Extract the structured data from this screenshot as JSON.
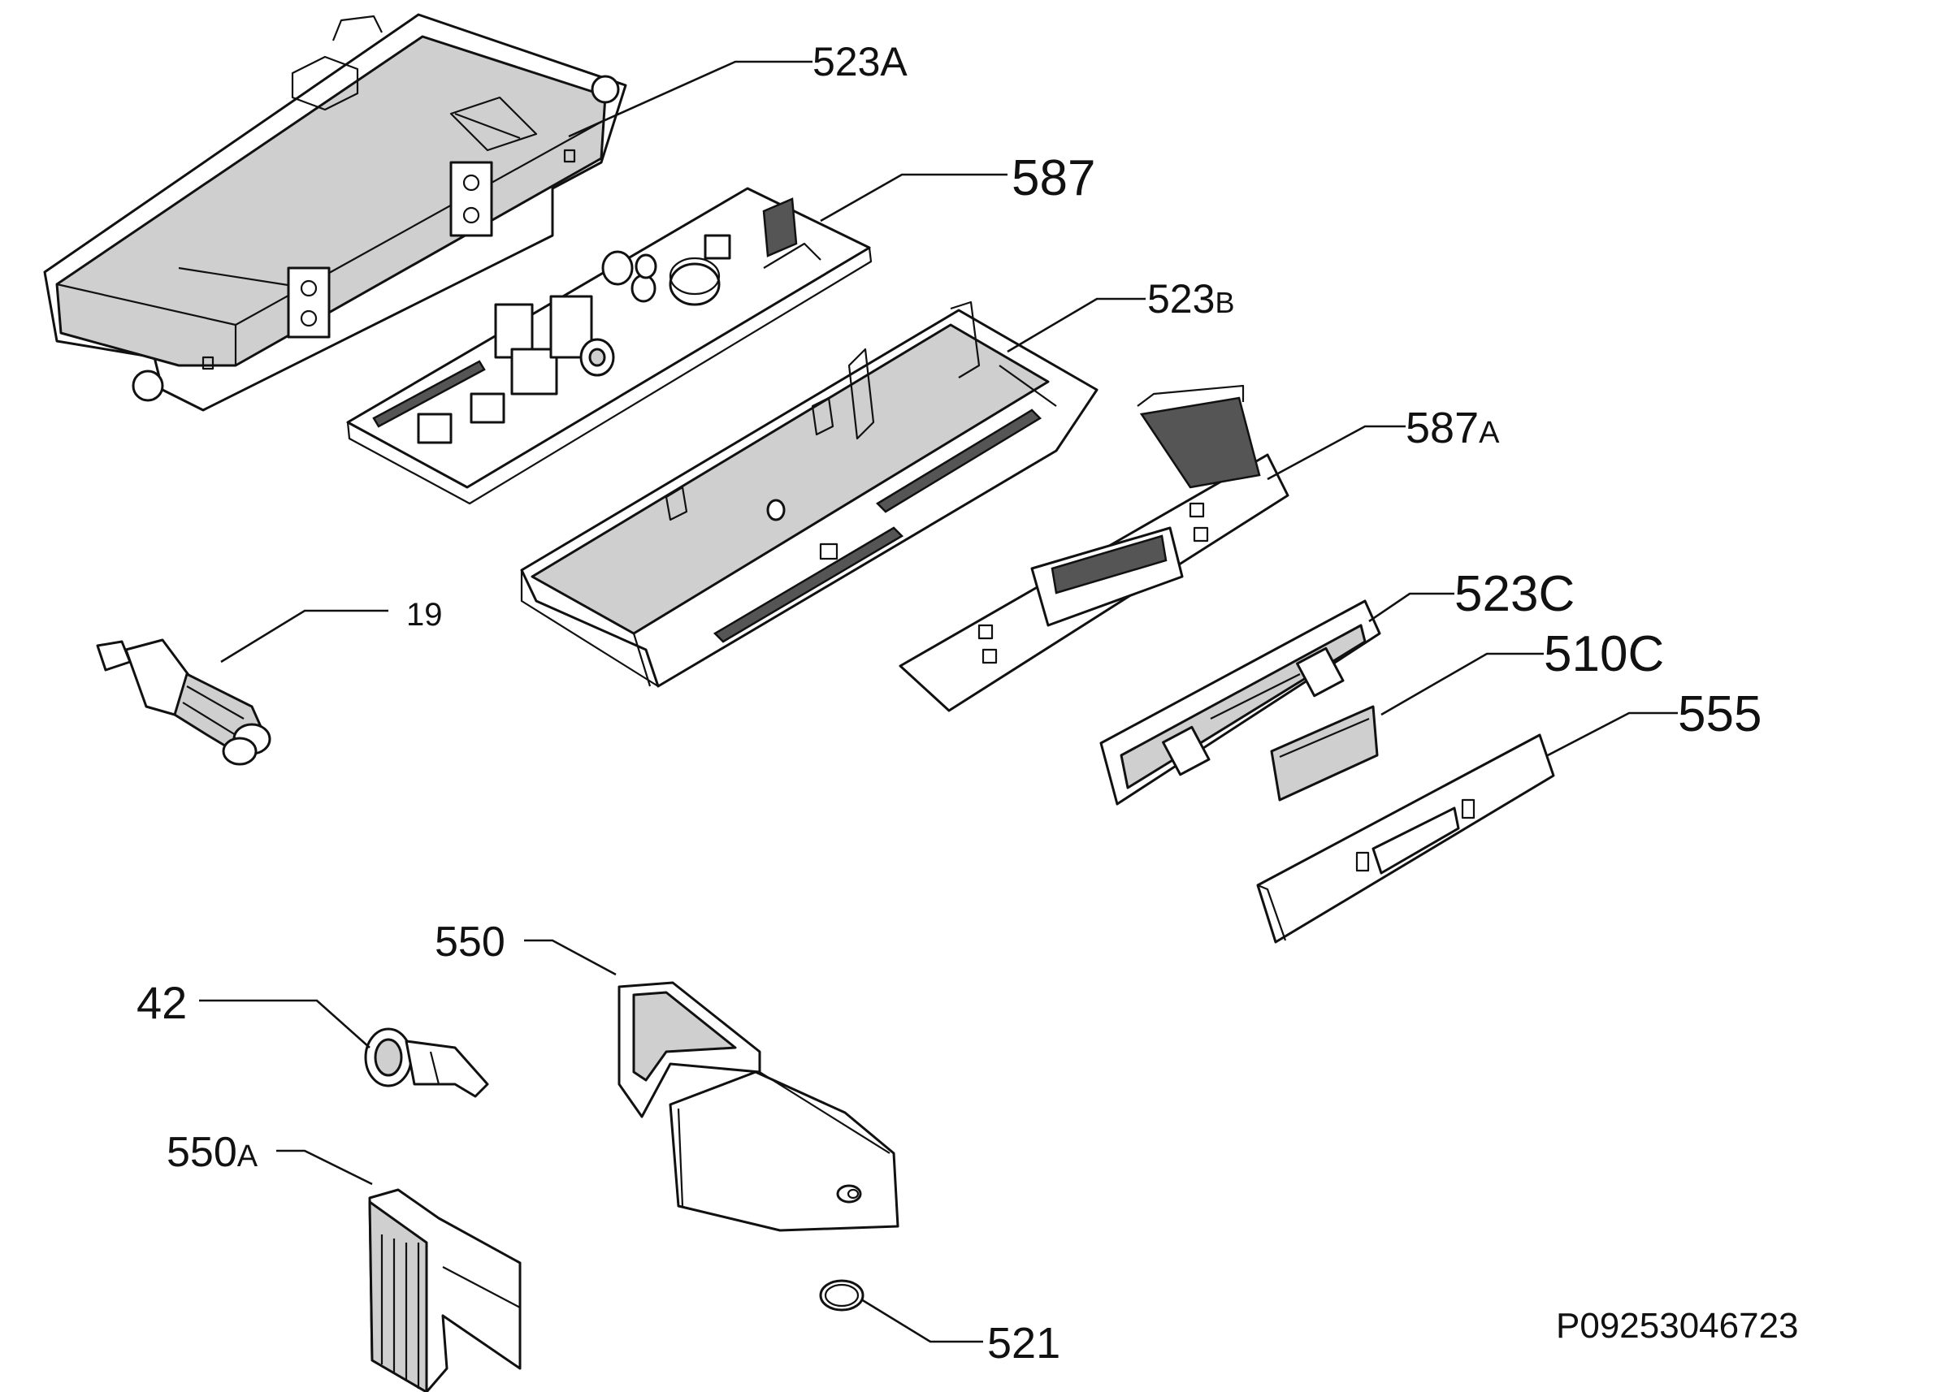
{
  "diagram": {
    "drawing_number": "P09253046723",
    "callouts": {
      "c523A": "523A",
      "c587": "587",
      "c523B": "523",
      "c523B_suffix": "B",
      "c587A": "587",
      "c587A_suffix": "A",
      "c19": "19",
      "c523C": "523C",
      "c510C": "510C",
      "c555": "555",
      "c550": "550",
      "c42": "42",
      "c550A": "550",
      "c550A_suffix": "A",
      "c521": "521"
    }
  }
}
